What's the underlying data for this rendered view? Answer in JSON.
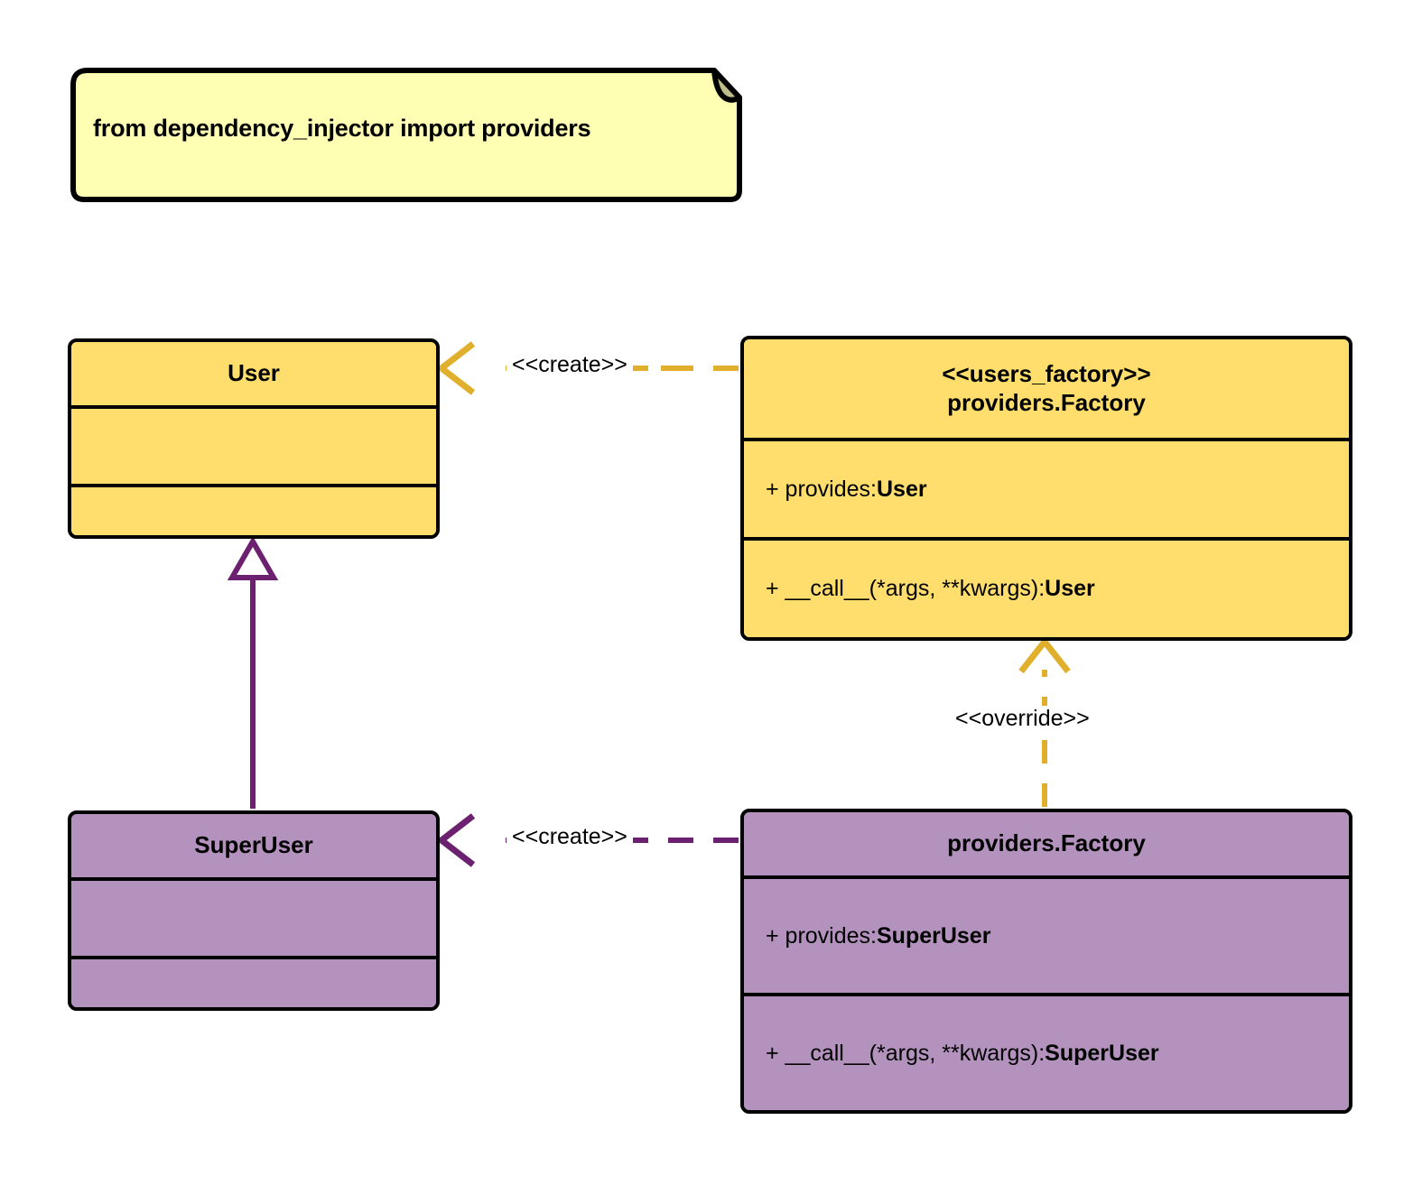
{
  "diagram": {
    "type": "uml-class-diagram",
    "note": {
      "text": "from dependency_injector import providers"
    },
    "classes": [
      {
        "id": "user",
        "title_lines": [
          "User"
        ],
        "attributes": [],
        "methods": [],
        "fill": "#FFDE6D"
      },
      {
        "id": "users_factory",
        "title_lines": [
          "<<users_factory>>",
          "providers.Factory"
        ],
        "attributes": [
          {
            "prefix": "+ provides: ",
            "type": "User"
          }
        ],
        "methods": [
          {
            "prefix": "+ __call__(*args, **kwargs): ",
            "type": "User"
          }
        ],
        "fill": "#FFDE6D"
      },
      {
        "id": "superuser",
        "title_lines": [
          "SuperUser"
        ],
        "attributes": [],
        "methods": [],
        "fill": "#B492BE"
      },
      {
        "id": "providers_factory",
        "title_lines": [
          "providers.Factory"
        ],
        "attributes": [
          {
            "prefix": "+ provides: ",
            "type": "SuperUser"
          }
        ],
        "methods": [
          {
            "prefix": "+ __call__(*args, **kwargs): ",
            "type": "SuperUser"
          }
        ],
        "fill": "#B492BE"
      }
    ],
    "edges": [
      {
        "id": "create-top",
        "label": "<<create>>",
        "from": "users_factory",
        "to": "user",
        "style": "dashed",
        "arrow": "open",
        "color": "#E0AF2B"
      },
      {
        "id": "override",
        "label": "<<override>>",
        "from": "providers_factory",
        "to": "users_factory",
        "style": "dashed",
        "arrow": "open",
        "color": "#E0AF2B"
      },
      {
        "id": "create-bottom",
        "label": "<<create>>",
        "from": "providers_factory",
        "to": "superuser",
        "style": "dashed",
        "arrow": "open",
        "color": "#6B2070"
      },
      {
        "id": "inheritance",
        "label": "",
        "from": "superuser",
        "to": "user",
        "style": "solid",
        "arrow": "hollow-triangle",
        "color": "#6B2070"
      }
    ],
    "colors": {
      "yellow_class": "#FFDE6D",
      "purple_class": "#B492BE",
      "note_fill": "#FFFFB3",
      "note_fold": "#BFBE8A",
      "gold_edge": "#E0AF2B",
      "purple_edge": "#6B2070",
      "outline": "#000000",
      "background": "#FFFFFF"
    }
  }
}
